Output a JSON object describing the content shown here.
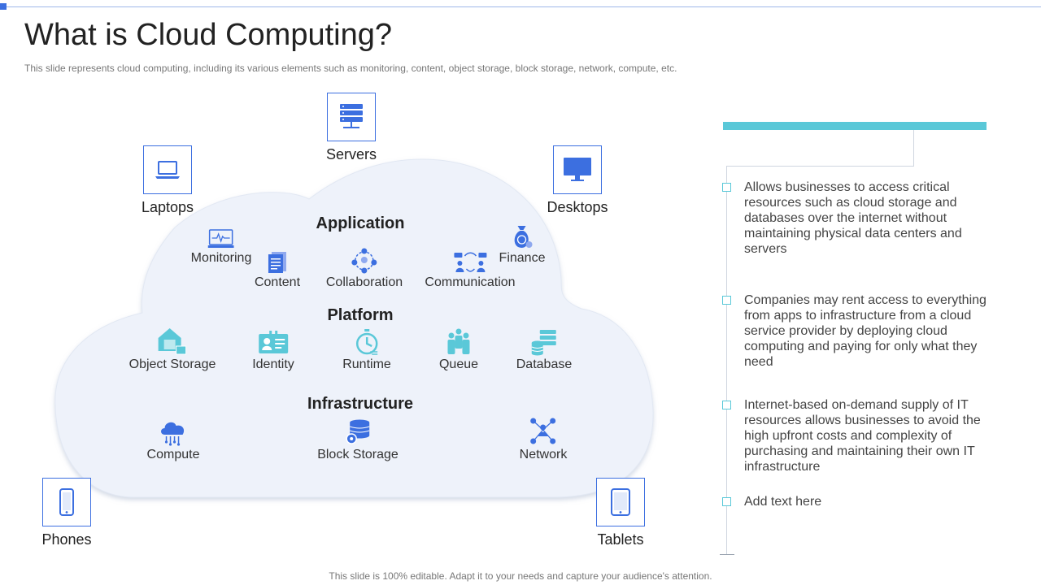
{
  "slide": {
    "title": "What is Cloud Computing?",
    "subtitle": "This slide represents cloud computing, including its various elements such as monitoring, content, object storage, block storage, network, compute, etc.",
    "footer": "This slide is 100% editable. Adapt it to your needs and capture your audience's attention."
  },
  "devices": {
    "servers": {
      "label": "Servers",
      "icon": "server-rack-icon"
    },
    "laptops": {
      "label": "Laptops",
      "icon": "laptop-icon"
    },
    "desktops": {
      "label": "Desktops",
      "icon": "desktop-monitor-icon"
    },
    "phones": {
      "label": "Phones",
      "icon": "phone-icon"
    },
    "tablets": {
      "label": "Tablets",
      "icon": "tablet-icon"
    }
  },
  "cloud": {
    "application": {
      "title": "Application",
      "items": {
        "monitoring": "Monitoring",
        "finance": "Finance",
        "content": "Content",
        "collaboration": "Collaboration",
        "communication": "Communication"
      }
    },
    "platform": {
      "title": "Platform",
      "items": {
        "object_storage": "Object Storage",
        "identity": "Identity",
        "runtime": "Runtime",
        "queue": "Queue",
        "database": "Database"
      }
    },
    "infrastructure": {
      "title": "Infrastructure",
      "items": {
        "compute": "Compute",
        "block_storage": "Block Storage",
        "network": "Network"
      }
    }
  },
  "bullets": [
    "Allows businesses to access critical resources such as cloud storage and databases over the internet without maintaining physical data centers and servers",
    "Companies may rent access to everything from apps to infrastructure  from a cloud service provider by deploying cloud computing and paying for only what they need",
    "Internet-based  on-demand supply of IT resources allows businesses to avoid the high upfront  costs and complexity of purchasing and maintaining their own IT  infrastructure",
    "Add text here"
  ],
  "colors": {
    "primary_blue": "#3c6fe0",
    "accent_teal": "#5ac8d8",
    "cloud_fill": "#eef2fa"
  }
}
